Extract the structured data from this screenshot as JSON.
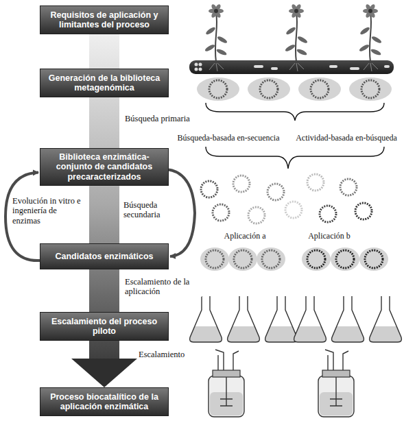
{
  "diagram": {
    "nodes": [
      {
        "text": [
          "Requisitos de aplicación y limitantes del proceso"
        ]
      },
      {
        "text": [
          "Generación de la biblioteca metagenómica"
        ]
      },
      {
        "text": [
          "Biblioteca enzimática-conjunto de candidatos precaracterizados"
        ]
      },
      {
        "text": [
          "Candidatos enzimáticos"
        ]
      },
      {
        "text": [
          "Escalamiento del proceso piloto"
        ]
      },
      {
        "text": [
          "Proceso biocatalítico de la aplicación enzimática"
        ]
      }
    ],
    "edges": [
      {
        "from": 0,
        "to": 1,
        "arrow": "none"
      },
      {
        "from": 1,
        "to": 2,
        "label": "Búsqueda primaria",
        "arrow": "none"
      },
      {
        "from": 2,
        "to": 3,
        "arrow": "none"
      },
      {
        "from": 2,
        "to": 3,
        "label": "Búsqueda secundaria",
        "arrow": "to"
      },
      {
        "from": 3,
        "to": 2,
        "label": "Evolución in vitro e ingeniería de enzimas",
        "arrow": "to"
      },
      {
        "from": 3,
        "to": 4,
        "label": "Escalamiento de la aplicación",
        "arrow": "none"
      },
      {
        "from": 4,
        "to": 5,
        "label": "Escalamiento",
        "arrow": "to"
      }
    ],
    "labels": [
      "Búsqueda-basada en-secuencia",
      "Actividad-basada en-búsqueda",
      "Aplicación a",
      "Aplicación b"
    ]
  }
}
